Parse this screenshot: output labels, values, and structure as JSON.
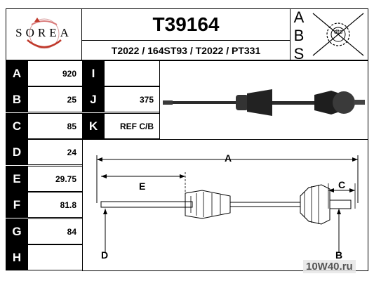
{
  "logo": {
    "text": "SOREA"
  },
  "part_number": "T39164",
  "cross_refs": "T2022 / 164ST93 / T2022 / PT331",
  "abs_letters": [
    "A",
    "B",
    "S"
  ],
  "no_abs_badge": "dts",
  "specs_left": [
    {
      "label": "A",
      "value": "920"
    },
    {
      "label": "B",
      "value": "25"
    },
    {
      "label": "C",
      "value": "85"
    },
    {
      "label": "D",
      "value": "24"
    },
    {
      "label": "E",
      "value": "29.75"
    },
    {
      "label": "F",
      "value": "81.8"
    },
    {
      "label": "G",
      "value": "84"
    },
    {
      "label": "H",
      "value": ""
    }
  ],
  "specs_right": [
    {
      "label": "I",
      "value": ""
    },
    {
      "label": "J",
      "value": "375"
    },
    {
      "label": "K",
      "value": "REF C/B"
    }
  ],
  "diagram_labels": {
    "a": "A",
    "b": "B",
    "c": "C",
    "d": "D",
    "e": "E"
  },
  "watermark": "10W40.ru",
  "colors": {
    "logo_red": "#c0392b",
    "label_bg": "#000000"
  }
}
